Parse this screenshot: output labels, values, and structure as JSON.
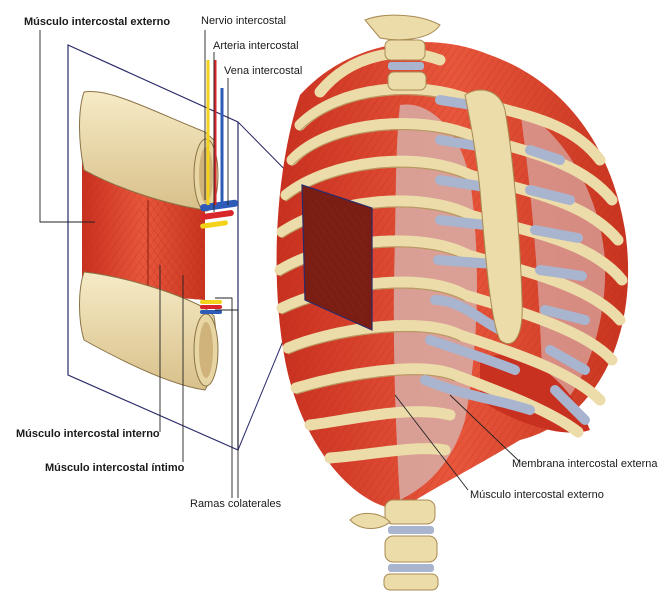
{
  "labels": {
    "musculo_intercostal_externo_top": "Músculo intercostal externo",
    "nervio_intercostal": "Nervio intercostal",
    "arteria_intercostal": "Arteria intercostal",
    "vena_intercostal": "Vena intercostal",
    "musculo_intercostal_interno": "Músculo intercostal interno",
    "musculo_intercostal_intimo": "Músculo intercostal íntimo",
    "ramas_colaterales": "Ramas colaterales",
    "membrana_intercostal_externa": "Membrana intercostal externa",
    "musculo_intercostal_externo_bottom": "Músculo intercostal externo"
  },
  "colors": {
    "bone": "#ecdcaa",
    "bone_shade": "#c9b27a",
    "muscle": "#e0503a",
    "muscle_light": "#ef7a55",
    "cartilage": "#a9b4cf",
    "membrane": "#d8a7a0",
    "nerve": "#f2d21a",
    "artery": "#d8262a",
    "vein": "#2f5bb8",
    "panel_line": "#2a2a6a",
    "leader": "#222222"
  }
}
